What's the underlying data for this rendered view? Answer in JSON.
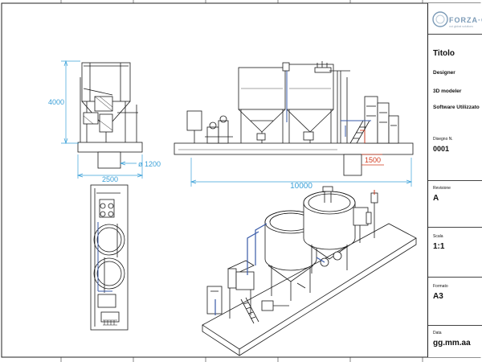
{
  "logo": {
    "text": "FORZA·G",
    "tagline": "not global solutions"
  },
  "title_block": {
    "title": "Titolo",
    "designer": "Designer",
    "modeler": "3D modeler",
    "software": "Software Utilizzato",
    "drawing_label": "Disegno  N.",
    "drawing_value": "0001",
    "revision_label": "Revisione",
    "revision_value": "A",
    "scale_label": "Scala",
    "scale_value": "1:1",
    "format_label": "Formato",
    "format_value": "A3",
    "date_label": "Data",
    "date_value": "gg.mm.aa"
  },
  "dimensions": {
    "height": "4000",
    "width_side": "2500",
    "diameter": "ø 1200",
    "length": "10000",
    "pit_depth": "1500"
  },
  "colors": {
    "dimension": "#3aa0d8",
    "pit_dimension": "#d23a1e",
    "line": "#1a1a1a",
    "pipe": "#3a5ba8",
    "logo": "#7c9bb7"
  }
}
